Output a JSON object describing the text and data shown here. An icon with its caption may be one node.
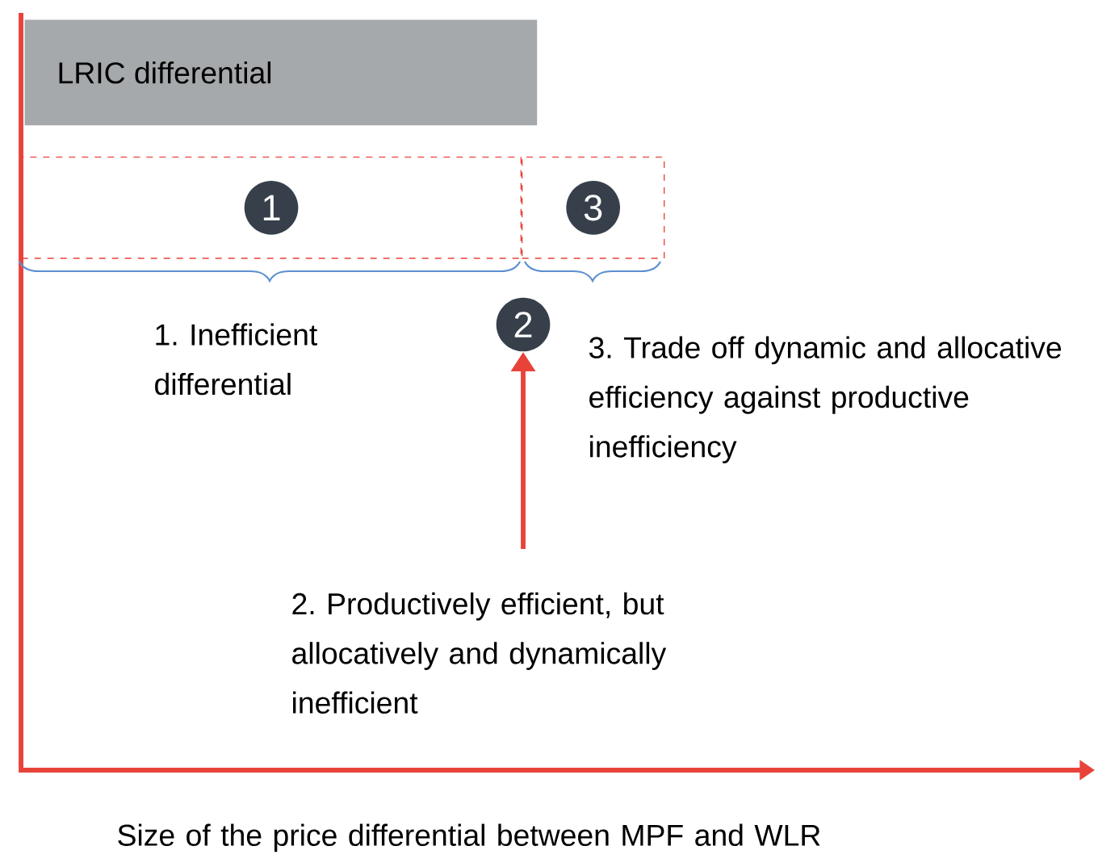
{
  "diagram": {
    "nodes": [
      {
        "text": [
          "LRIC differential"
        ]
      },
      {
        "text": [],
        "shape": "box"
      },
      {
        "text": [
          "1"
        ],
        "in": 1
      },
      {
        "text": [],
        "shape": "box"
      },
      {
        "text": [
          "3"
        ],
        "in": 3
      },
      {
        "text": [
          "2"
        ]
      },
      {
        "text": [
          "2. Productively efficient, but allocatively and dynamically inefficient"
        ]
      }
    ],
    "edges": [
      {
        "from": 6,
        "to": 5,
        "arrow": "to"
      }
    ],
    "labels": [
      "1. Inefficient differential",
      "3. Trade off dynamic and allocative efficiency against productive inefficiency",
      "Size of the price differential between MPF and WLR"
    ]
  }
}
